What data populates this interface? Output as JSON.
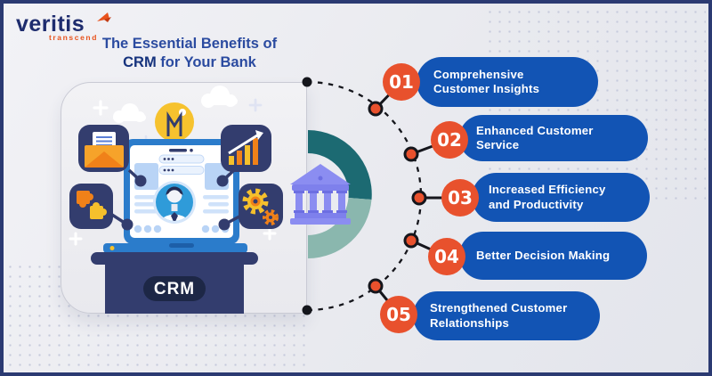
{
  "brand": {
    "name": "veritis",
    "tagline": "transcend"
  },
  "title": {
    "line1": "The Essential Benefits of",
    "line2_bold": "CRM",
    "line2_rest": " for Your Bank"
  },
  "illustration": {
    "crm_label": "CRM"
  },
  "benefits": [
    {
      "number": "01",
      "label": "Comprehensive Customer Insights"
    },
    {
      "number": "02",
      "label": "Enhanced Customer Service"
    },
    {
      "number": "03",
      "label": "Increased Efficiency and Productivity"
    },
    {
      "number": "04",
      "label": "Better Decision Making"
    },
    {
      "number": "05",
      "label": "Strengthened Customer Relationships"
    }
  ],
  "colors": {
    "frame_border": "#2b3a72",
    "background": "#eaebf0",
    "pill_blue": "#1254b4",
    "badge_orange": "#e8512d",
    "icon_navy": "#333d6e",
    "crm_pill_navy": "#1d2746",
    "ring_teal_dark": "#1c6a72",
    "ring_teal_light": "#8ab7ae",
    "bank_purple": "#8b8df1",
    "laptop_blue": "#2b7ccb",
    "accent_yellow": "#f5c02c",
    "accent_orange": "#f08119",
    "title_blue": "#2b4ba0",
    "logo_navy": "#1e2c6e",
    "logo_orange": "#e8531d"
  }
}
